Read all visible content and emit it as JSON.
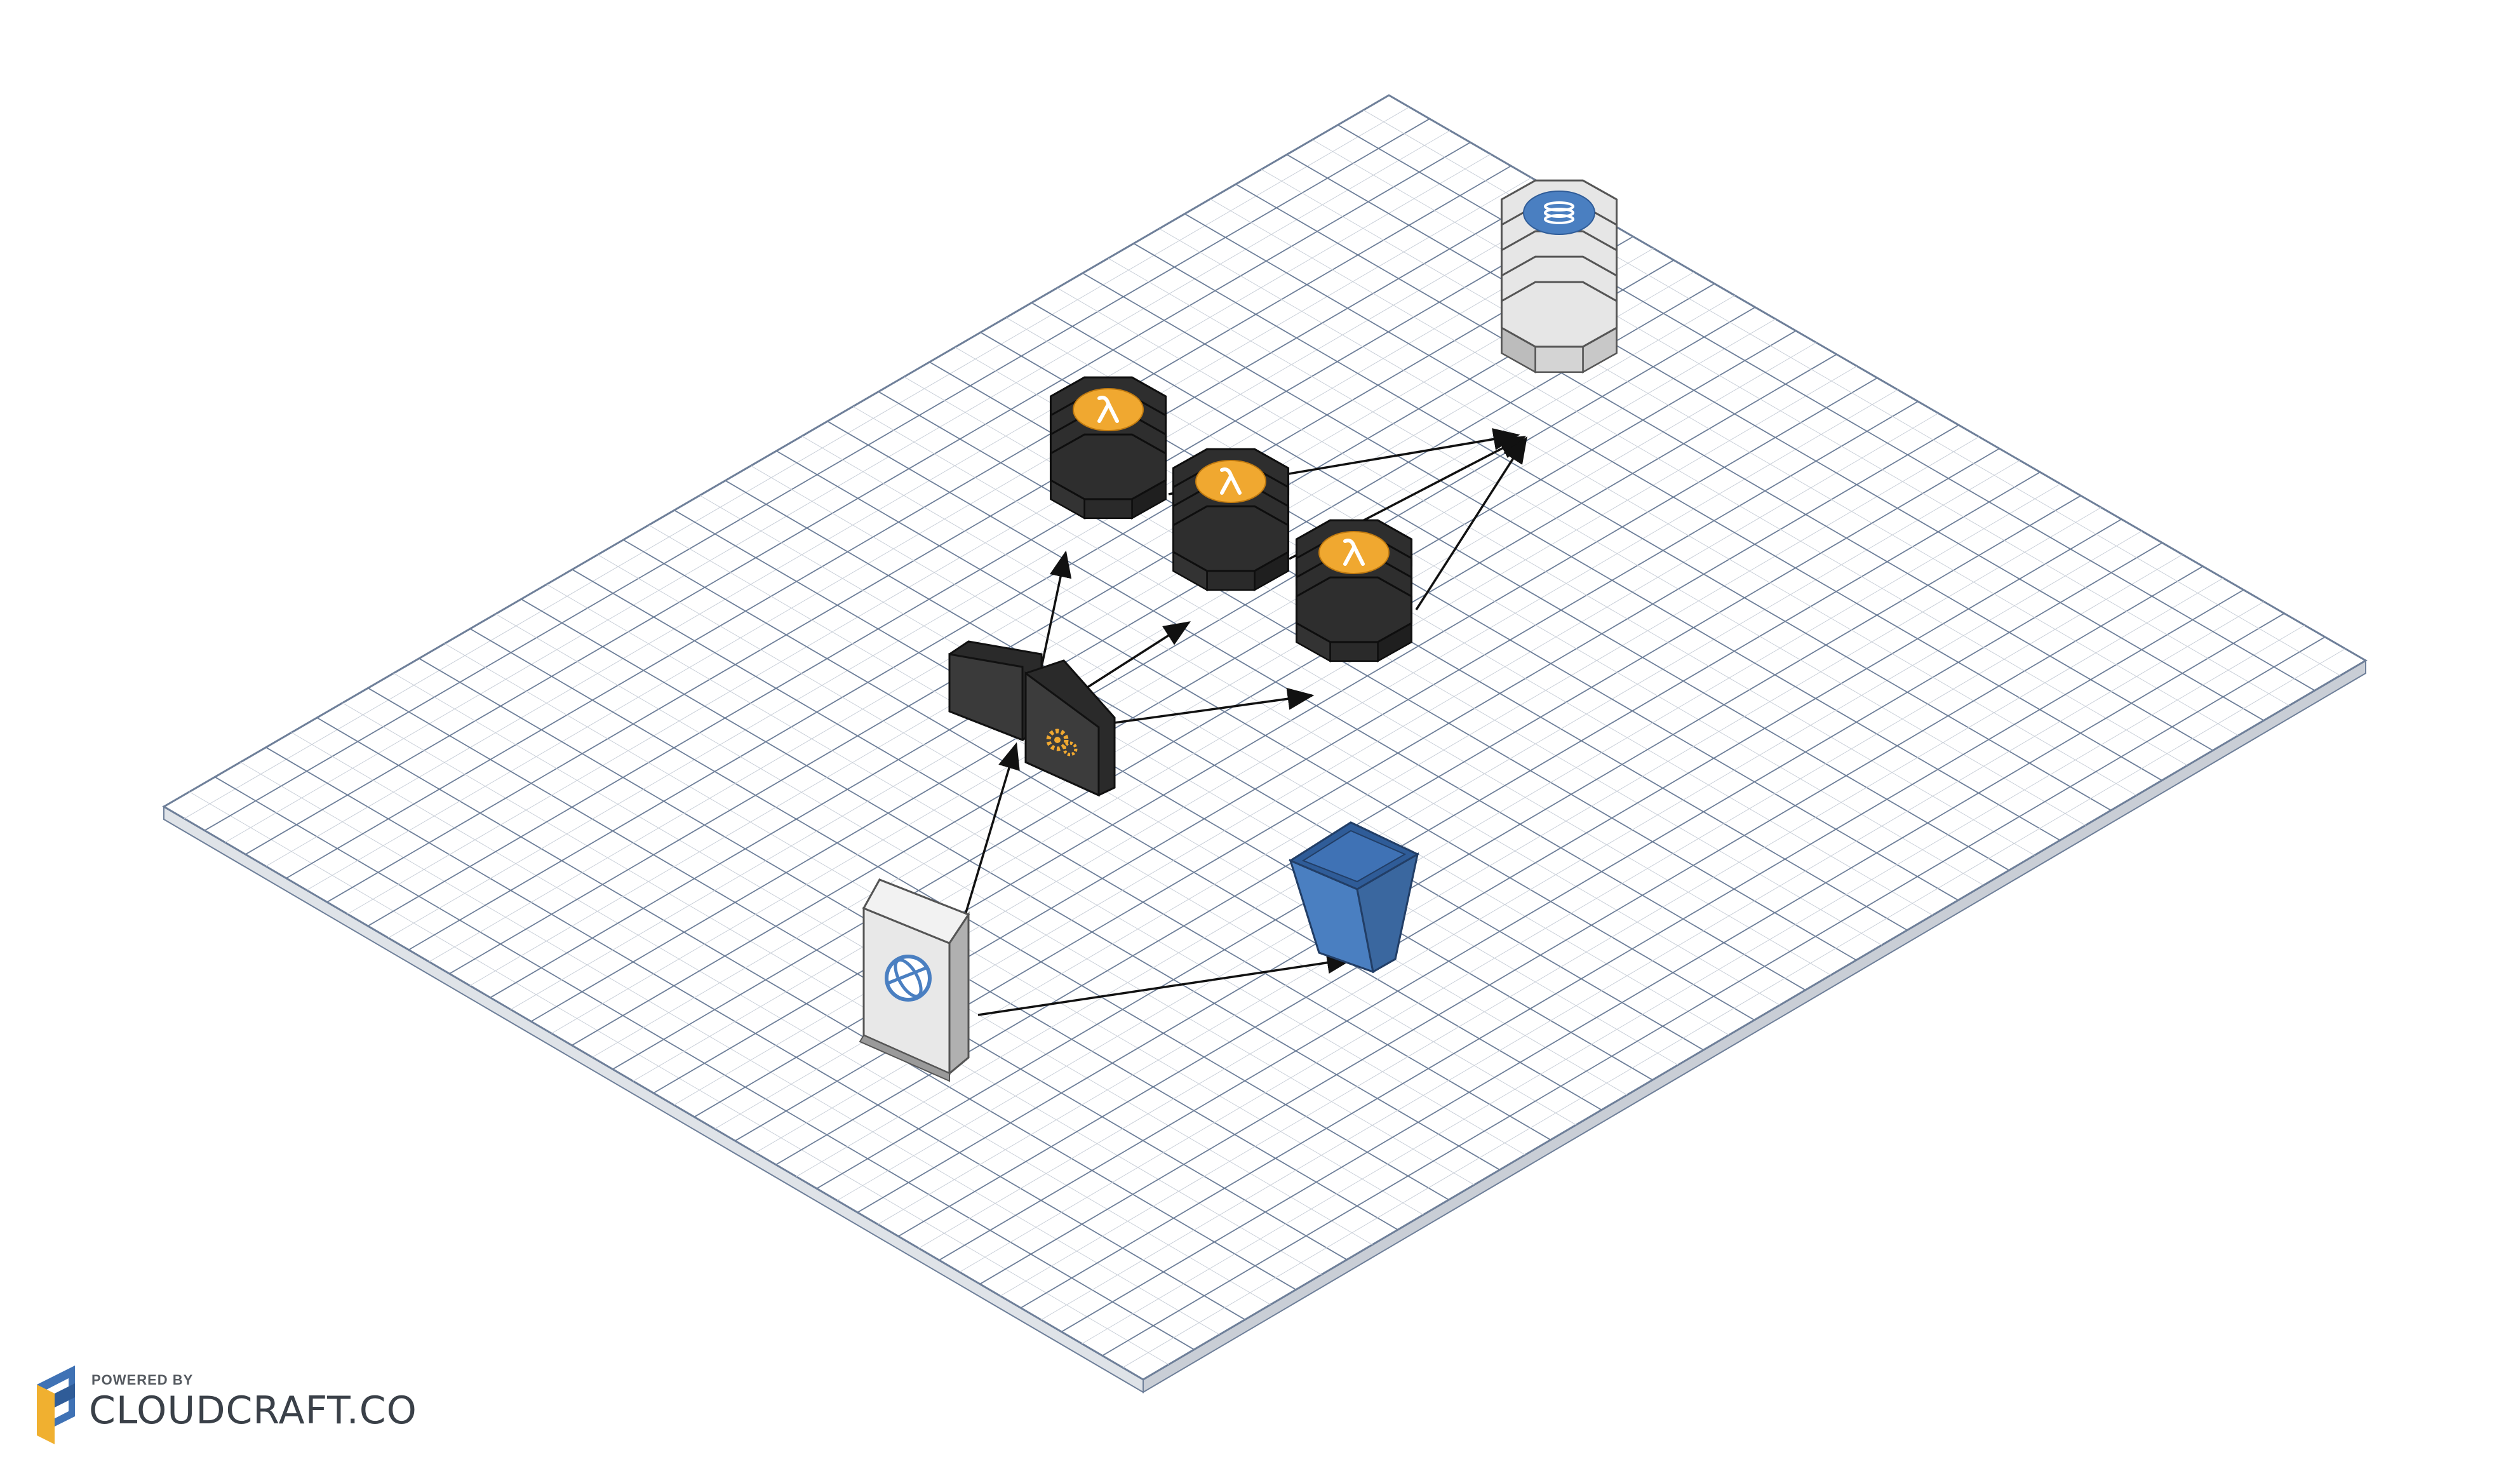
{
  "diagram": {
    "nodes": [
      {
        "id": "cloudfront",
        "kind": "cdn-distribution",
        "icon": "globe-icon",
        "color": "#d6d6d6"
      },
      {
        "id": "api-gateway",
        "kind": "api-gateway",
        "icon": "gears-icon",
        "color": "#2f2f2f"
      },
      {
        "id": "lambda-1",
        "kind": "lambda-function",
        "icon": "lambda-icon",
        "color": "#2f2f2f"
      },
      {
        "id": "lambda-2",
        "kind": "lambda-function",
        "icon": "lambda-icon",
        "color": "#2f2f2f"
      },
      {
        "id": "lambda-3",
        "kind": "lambda-function",
        "icon": "lambda-icon",
        "color": "#2f2f2f"
      },
      {
        "id": "dynamodb",
        "kind": "database",
        "icon": "database-icon",
        "color": "#d8d8d8"
      },
      {
        "id": "s3-bucket",
        "kind": "storage-bucket",
        "icon": "bucket-icon",
        "color": "#3f72b5"
      }
    ],
    "edges": [
      {
        "from": "cloudfront",
        "to": "api-gateway"
      },
      {
        "from": "cloudfront",
        "to": "s3-bucket"
      },
      {
        "from": "api-gateway",
        "to": "lambda-1"
      },
      {
        "from": "api-gateway",
        "to": "lambda-2"
      },
      {
        "from": "api-gateway",
        "to": "lambda-3"
      },
      {
        "from": "lambda-1",
        "to": "dynamodb"
      },
      {
        "from": "lambda-2",
        "to": "dynamodb"
      },
      {
        "from": "lambda-3",
        "to": "dynamodb"
      }
    ],
    "colors": {
      "grid_line": "#c9cfd8",
      "grid_major": "#6e7f99",
      "accent_lambda": "#f0a830",
      "accent_blue": "#4a7fc1"
    }
  },
  "branding": {
    "powered_by": "POWERED BY",
    "brand": "CLOUDCRAFT.CO"
  }
}
